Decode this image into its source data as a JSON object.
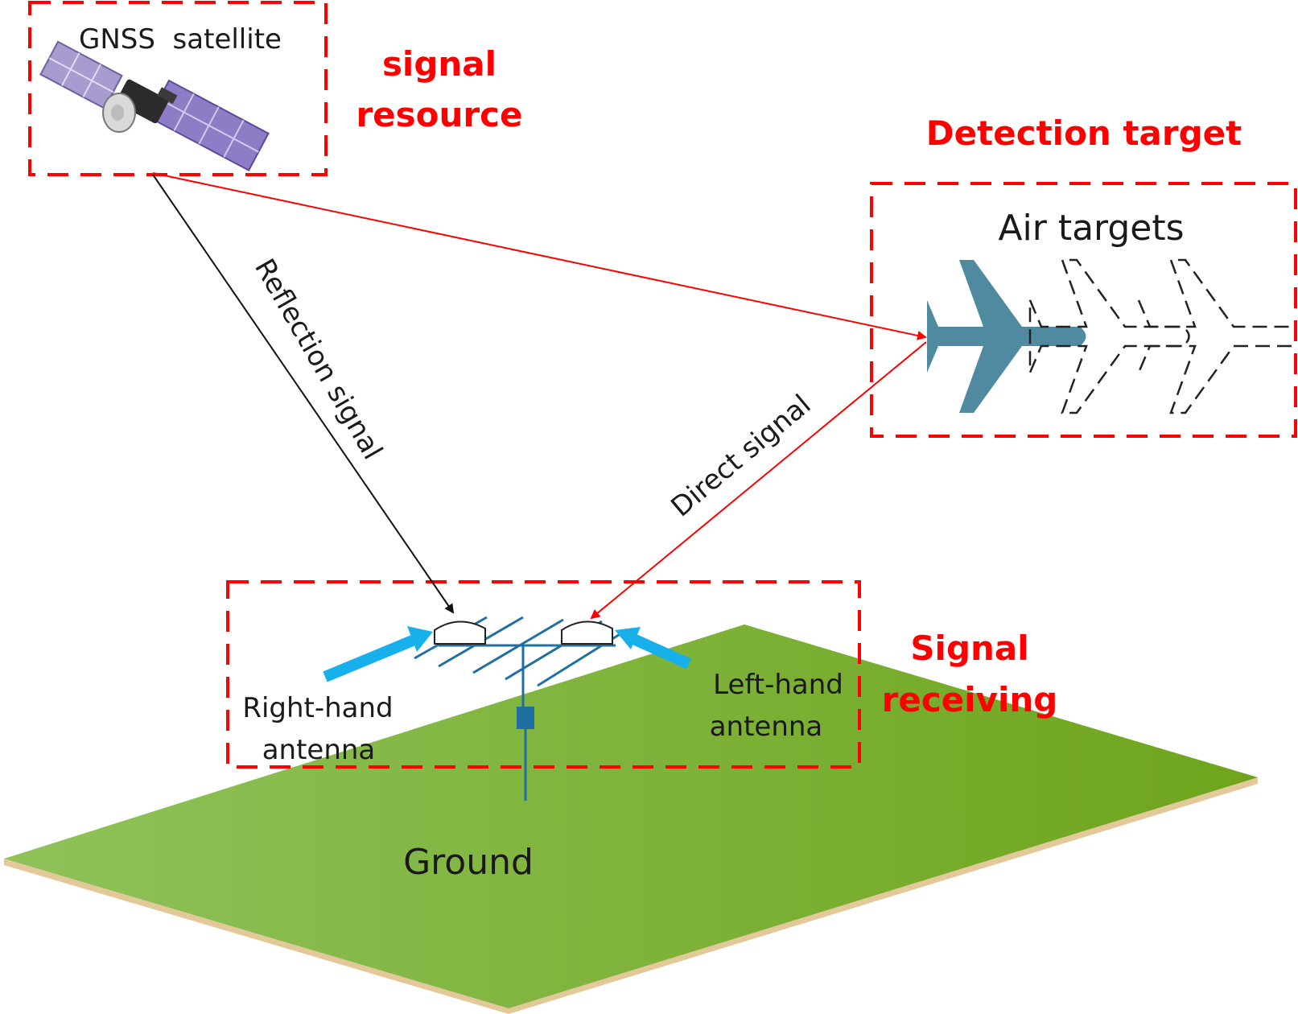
{
  "colors": {
    "accent_red": "#ff0000",
    "ground_green": "#7fb23a",
    "ground_edge": "#e3c99a",
    "antenna_blue": "#1f6fa0",
    "arrow_blue": "#17b0ea",
    "plane_blue": "#4f8aa0"
  },
  "sections": {
    "signal_resource": {
      "line1": "signal",
      "line2": "resource"
    },
    "detection_target": {
      "title": "Detection target"
    },
    "signal_receiving": {
      "line1": "Signal",
      "line2": "receiving"
    }
  },
  "labels": {
    "satellite": "GNSS  satellite",
    "air_targets": "Air targets",
    "reflection_signal": "Reflection signal",
    "direct_signal": "Direct signal",
    "right_hand_1": "Right-hand",
    "right_hand_2": "antenna",
    "left_hand_1": "Left-hand",
    "left_hand_2": "antenna",
    "ground": "Ground"
  },
  "icons": [
    "satellite-icon",
    "airplane-icon",
    "antenna-icon"
  ]
}
